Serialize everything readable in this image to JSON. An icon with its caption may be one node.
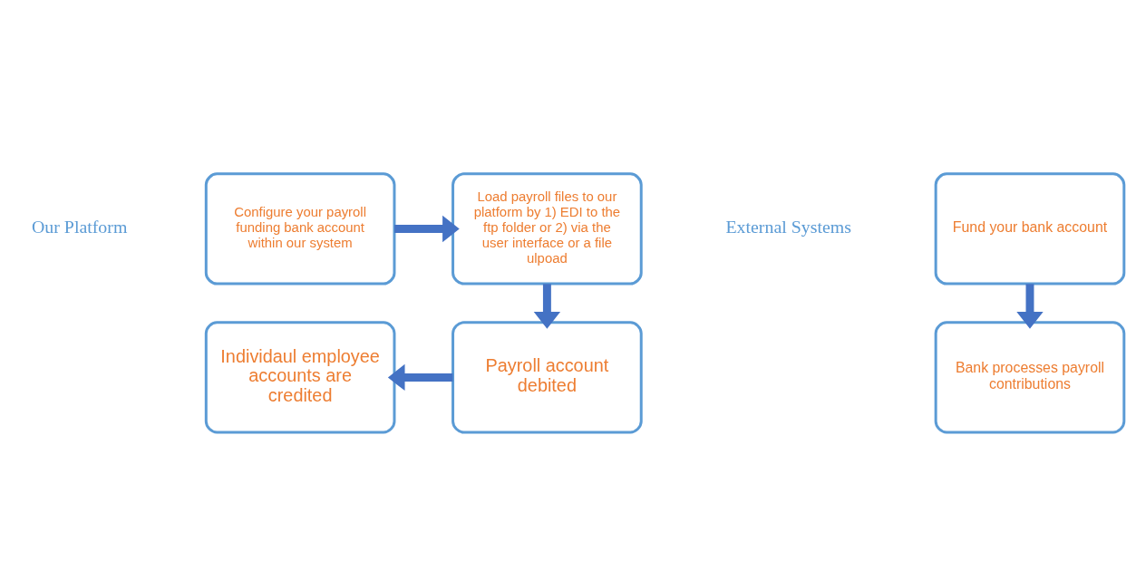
{
  "diagram": {
    "nodes": [
      {
        "text": [
          "Fund your bank account"
        ]
      },
      {
        "text": [
          "Bank processes payroll contributions"
        ]
      },
      {
        "text": [
          "Configure your payroll funding bank account within our system"
        ]
      },
      {
        "text": [
          "Load payroll files to our platform by 1) EDI to the ftp folder or 2) via the user interface or a file ulpoad"
        ]
      },
      {
        "text": [
          "Payroll account debited"
        ]
      },
      {
        "text": [
          "Individaul employee accounts are credited"
        ]
      }
    ],
    "edges": [
      {
        "from": 0,
        "to": 1,
        "arrow": "to"
      },
      {
        "from": 2,
        "to": 3,
        "arrow": "to"
      },
      {
        "from": 3,
        "to": 4,
        "arrow": "to"
      },
      {
        "from": 4,
        "to": 5,
        "arrow": "to"
      }
    ],
    "labels": [
      "External Systems",
      "Our Platform"
    ]
  }
}
